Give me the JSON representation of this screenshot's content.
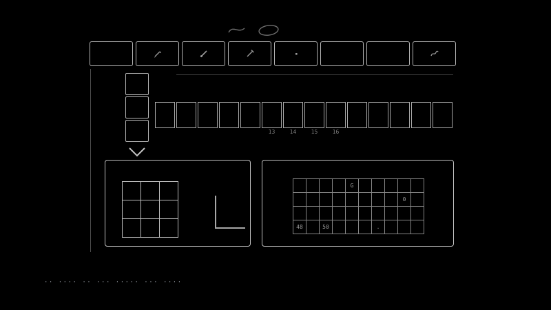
{
  "colors": {
    "background": "#000000",
    "outline": "#b5b5b5",
    "outline_dim": "#878787",
    "icon": "#9a9a9a",
    "text_dim": "#8f949b"
  },
  "toolbar": {
    "buttons": [
      {
        "id": "tool-1",
        "icon": "blank"
      },
      {
        "id": "pencil",
        "icon": "pencil"
      },
      {
        "id": "brush",
        "icon": "brush"
      },
      {
        "id": "marker",
        "icon": "marker"
      },
      {
        "id": "point",
        "icon": "dot"
      },
      {
        "id": "tool-6",
        "icon": "blank"
      },
      {
        "id": "tool-7",
        "icon": "blank"
      },
      {
        "id": "smudge",
        "icon": "squiggle"
      }
    ]
  },
  "tool_column": {
    "cell_count": 3,
    "chevron_icon": "chevron-down"
  },
  "cell_strip": {
    "cell_count": 14,
    "sublabels": {
      "5": "13",
      "6": "14",
      "7": "15",
      "8": "16"
    }
  },
  "pad_grid": {
    "rows": 3,
    "cols": 3
  },
  "key_grid": {
    "rows": 4,
    "cols": 10,
    "glyphs": {
      "0,4": "G",
      "1,8": "0",
      "3,0": "48",
      "3,2": "50",
      "3,6": "."
    }
  },
  "footer": {
    "status_text": "·· ···· ·· ··· ····· ··· ····"
  }
}
